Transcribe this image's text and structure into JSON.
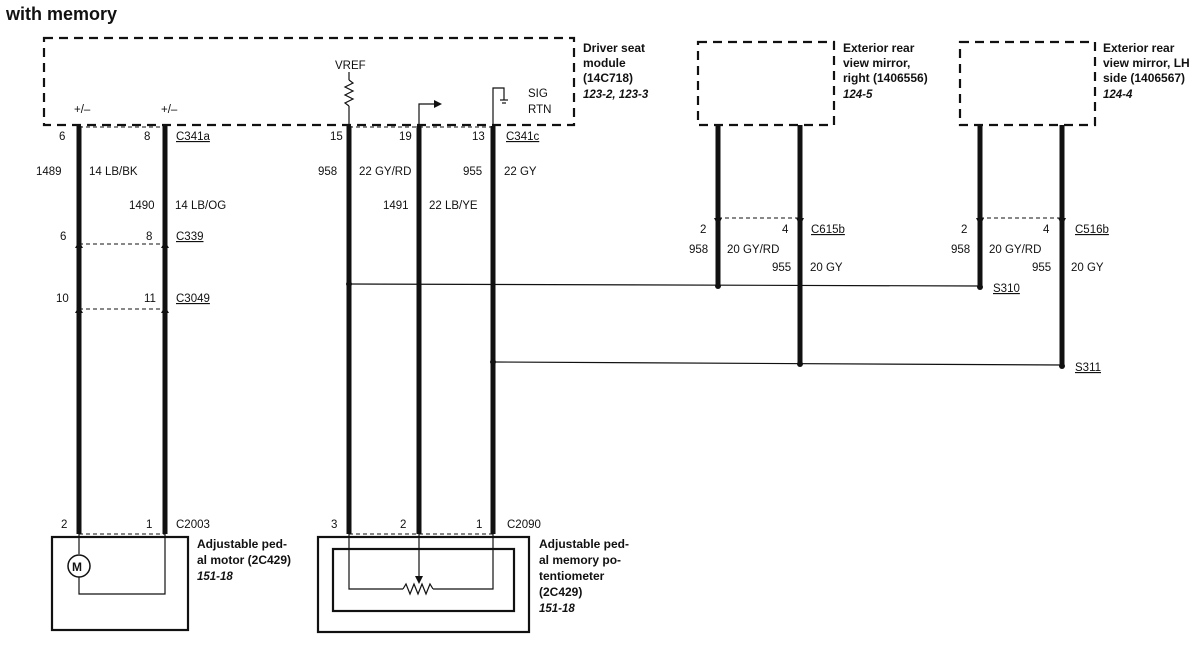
{
  "title": "with memory",
  "modules": {
    "driver_seat": {
      "name_lines": [
        "Driver seat",
        "module",
        "(14C718)"
      ],
      "ref": "123-2, 123-3",
      "vref_label": "VREF",
      "sig_label": "SIG",
      "rtn_label": "RTN",
      "pin_sign_left": "+/–",
      "pin_sign_right": "+/–"
    },
    "mirror_right": {
      "name_lines": [
        "Exterior rear",
        "view mirror,",
        "right (1406556)"
      ],
      "ref": "124-5"
    },
    "mirror_lh": {
      "name_lines": [
        "Exterior rear",
        "view mirror, LH",
        "side (1406567)"
      ],
      "ref": "124-4"
    },
    "pedal_motor": {
      "name_lines": [
        "Adjustable ped-",
        "al motor (2C429)"
      ],
      "ref": "151-18",
      "symbol": "M"
    },
    "pedal_pot": {
      "name_lines": [
        "Adjustable ped-",
        "al memory po-",
        "tentiometer",
        "(2C429)"
      ],
      "ref": "151-18"
    }
  },
  "connectors": {
    "c341a": "C341a",
    "c341c": "C341c",
    "c339": "C339",
    "c3049": "C3049",
    "c2003": "C2003",
    "c2090": "C2090",
    "c615b": "C615b",
    "c516b": "C516b",
    "s310": "S310",
    "s311": "S311"
  },
  "pins": {
    "c341a": [
      "6",
      "8"
    ],
    "c341c": [
      "15",
      "19",
      "13"
    ],
    "c339": [
      "6",
      "8"
    ],
    "c3049": [
      "10",
      "11"
    ],
    "c2003": [
      "2",
      "1"
    ],
    "c2090": [
      "3",
      "2",
      "1"
    ],
    "c615b": [
      "2",
      "4"
    ],
    "c516b": [
      "2",
      "4"
    ]
  },
  "circuits": {
    "w1489": {
      "number": "1489",
      "label": "14 LB/BK"
    },
    "w1490": {
      "number": "1490",
      "label": "14 LB/OG"
    },
    "w958": {
      "number": "958",
      "label": "22 GY/RD"
    },
    "w1491": {
      "number": "1491",
      "label": "22 LB/YE"
    },
    "w955": {
      "number": "955",
      "label": "22 GY"
    },
    "w958_right": {
      "number": "958",
      "label": "20 GY/RD"
    },
    "w955_right": {
      "number": "955",
      "label": "20 GY"
    },
    "w958_lh": {
      "number": "958",
      "label": "20 GY/RD"
    },
    "w955_lh": {
      "number": "955",
      "label": "20 GY"
    }
  }
}
